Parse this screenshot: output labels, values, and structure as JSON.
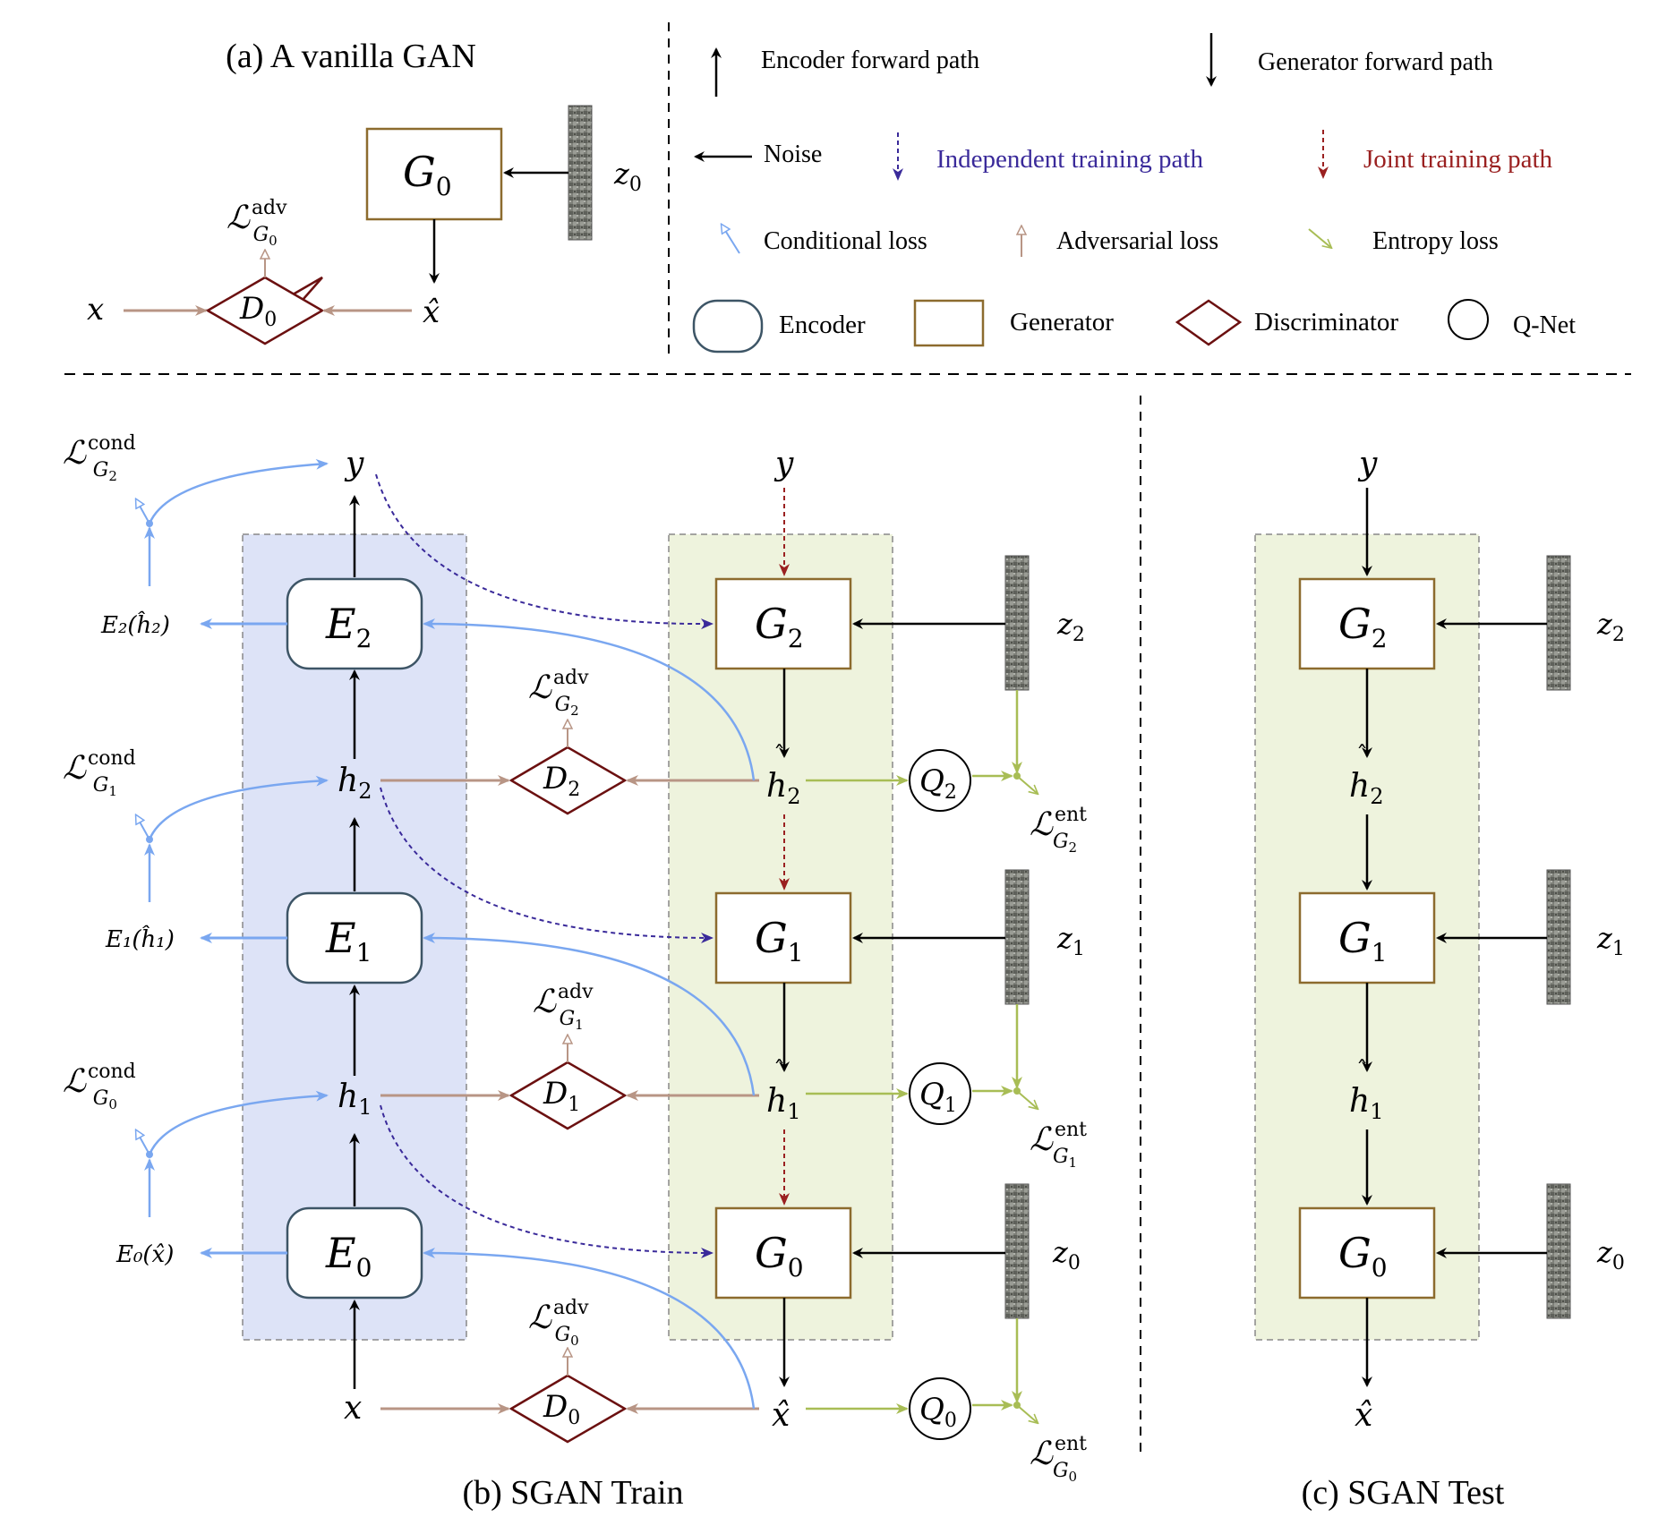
{
  "captions": {
    "vanilla": "(a) A vanilla GAN",
    "train": "(b) SGAN Train",
    "test": "(c) SGAN Test"
  },
  "legend": {
    "encoder_forward": "Encoder forward path",
    "generator_forward": "Generator forward path",
    "noise": "Noise",
    "independent": "Independent training path",
    "joint": "Joint training path",
    "cond_loss": "Conditional loss",
    "adv_loss": "Adversarial loss",
    "ent_loss": "Entropy loss",
    "encoder": "Encoder",
    "generator": "Generator",
    "discriminator": "Discriminator",
    "qnet": "Q-Net"
  },
  "colors": {
    "blue": "#7aa7f0",
    "brown": "#b89585",
    "green": "#a8bd55",
    "indigo": "#3a2a9a",
    "red": "#9a2020",
    "gen_border": "#8c6b2e",
    "disc_border": "#6b1010",
    "enc_border": "#3d5566",
    "enc_bg": "#dde3f7",
    "gen_bg": "#eef3dd"
  },
  "nodes": {
    "E": [
      "E",
      "E",
      "E"
    ],
    "G": [
      "G",
      "G",
      "G"
    ],
    "D": [
      "D",
      "D",
      "D"
    ],
    "Q": [
      "Q",
      "Q",
      "Q"
    ],
    "sub": [
      "0",
      "1",
      "2"
    ],
    "x": "x",
    "y": "y",
    "h": "h",
    "z": "z",
    "L": "ℒ",
    "cond": "cond",
    "adv": "adv",
    "ent": "ent",
    "e_out": [
      "E₀(x̂)",
      "E₁(ĥ₁)",
      "E₂(ĥ₂)"
    ]
  }
}
